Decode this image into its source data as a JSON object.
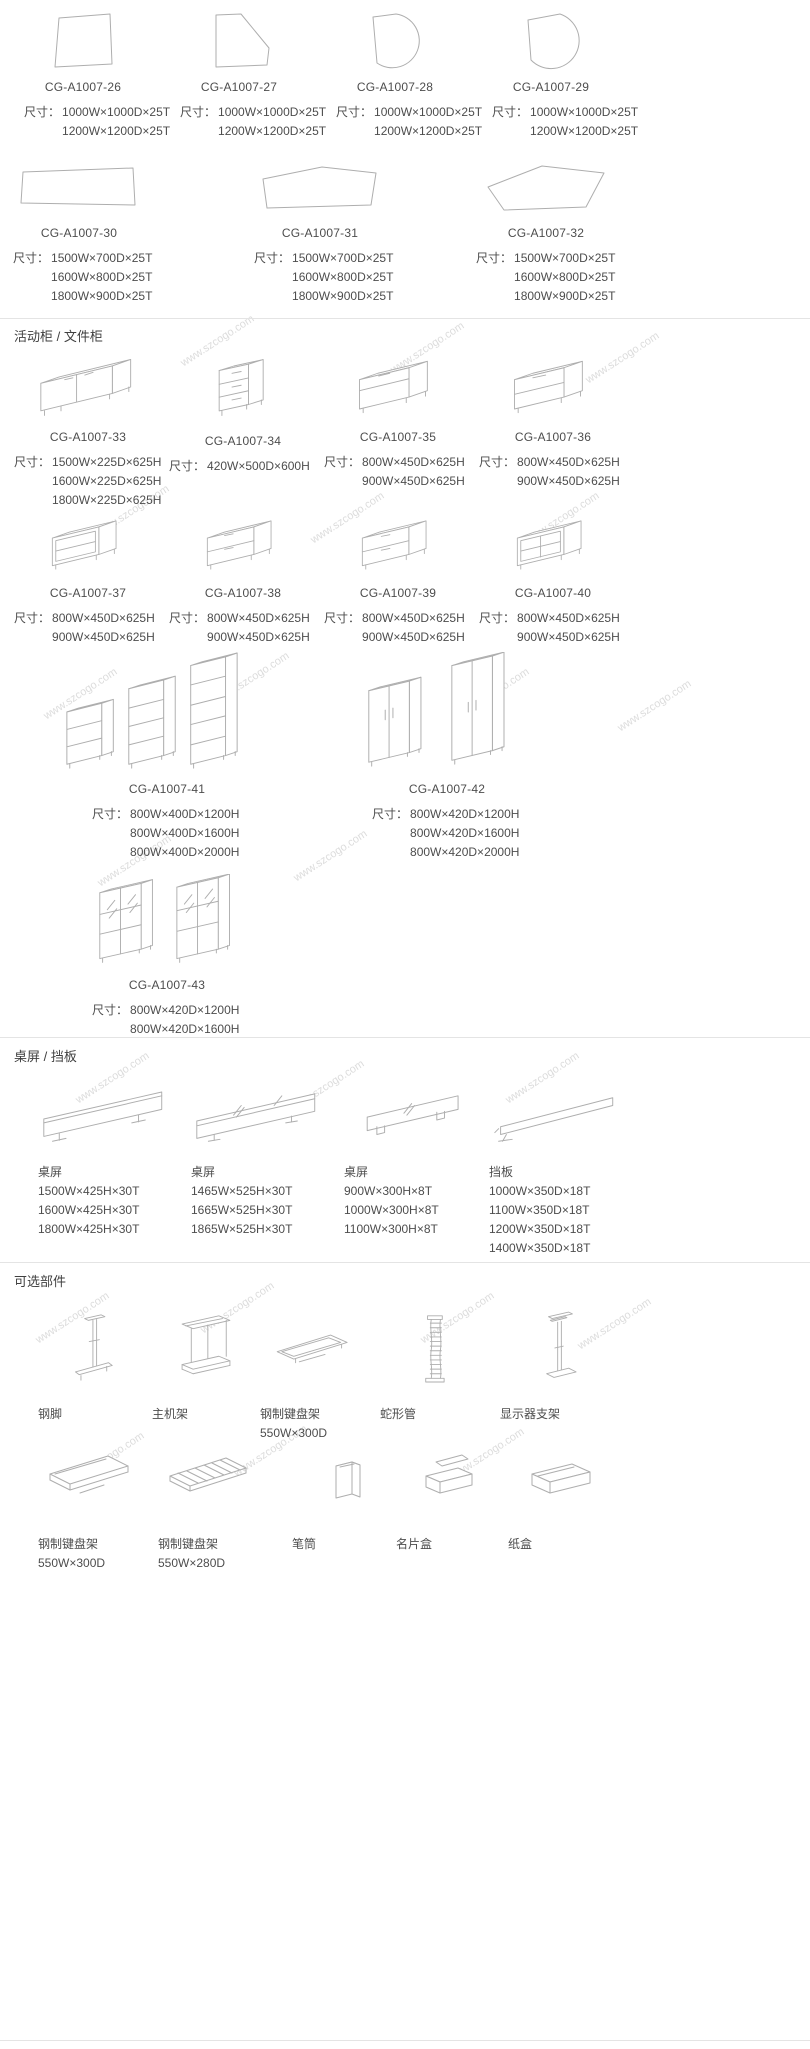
{
  "watermark": "www.szcogo.com",
  "size_prefix": "尺寸：",
  "tops": {
    "row1": [
      {
        "code": "CG-A1007-26",
        "dims": "1000W×1000D×25T\n1200W×1200D×25T"
      },
      {
        "code": "CG-A1007-27",
        "dims": "1000W×1000D×25T\n1200W×1200D×25T"
      },
      {
        "code": "CG-A1007-28",
        "dims": "1000W×1000D×25T\n1200W×1200D×25T"
      },
      {
        "code": "CG-A1007-29",
        "dims": "1000W×1000D×25T\n1200W×1200D×25T"
      }
    ],
    "row2": [
      {
        "code": "CG-A1007-30",
        "dims": "1500W×700D×25T\n1600W×800D×25T\n1800W×900D×25T"
      },
      {
        "code": "CG-A1007-31",
        "dims": "1500W×700D×25T\n1600W×800D×25T\n1800W×900D×25T"
      },
      {
        "code": "CG-A1007-32",
        "dims": "1500W×700D×25T\n1600W×800D×25T\n1800W×900D×25T"
      }
    ]
  },
  "cabinets": {
    "title": "活动柜 / 文件柜",
    "row1": [
      {
        "code": "CG-A1007-33",
        "dims": "1500W×225D×625H\n1600W×225D×625H\n1800W×225D×625H"
      },
      {
        "code": "CG-A1007-34",
        "dims": "420W×500D×600H"
      },
      {
        "code": "CG-A1007-35",
        "dims": "800W×450D×625H\n900W×450D×625H"
      },
      {
        "code": "CG-A1007-36",
        "dims": "800W×450D×625H\n900W×450D×625H"
      }
    ],
    "row2": [
      {
        "code": "CG-A1007-37",
        "dims": "800W×450D×625H\n900W×450D×625H"
      },
      {
        "code": "CG-A1007-38",
        "dims": "800W×450D×625H\n900W×450D×625H"
      },
      {
        "code": "CG-A1007-39",
        "dims": "800W×450D×625H\n900W×450D×625H"
      },
      {
        "code": "CG-A1007-40",
        "dims": "800W×450D×625H\n900W×450D×625H"
      }
    ],
    "row3": [
      {
        "code": "CG-A1007-41",
        "dims": "800W×400D×1200H\n800W×400D×1600H\n800W×400D×2000H"
      },
      {
        "code": "CG-A1007-42",
        "dims": "800W×420D×1200H\n800W×420D×1600H\n800W×420D×2000H"
      }
    ],
    "row4": [
      {
        "code": "CG-A1007-43",
        "dims": "800W×420D×1200H\n800W×420D×1600H"
      }
    ]
  },
  "screens": {
    "title": "桌屏 / 挡板",
    "items": [
      {
        "name": "桌屏",
        "dims": "1500W×425H×30T\n1600W×425H×30T\n1800W×425H×30T"
      },
      {
        "name": "桌屏",
        "dims": "1465W×525H×30T\n1665W×525H×30T\n1865W×525H×30T"
      },
      {
        "name": "桌屏",
        "dims": "900W×300H×8T\n1000W×300H×8T\n1100W×300H×8T"
      },
      {
        "name": "挡板",
        "dims": "1000W×350D×18T\n1100W×350D×18T\n1200W×350D×18T\n1400W×350D×18T"
      }
    ]
  },
  "parts": {
    "title": "可选部件",
    "row1": [
      {
        "name": "钢脚",
        "dims": ""
      },
      {
        "name": "主机架",
        "dims": ""
      },
      {
        "name": "钢制键盘架",
        "dims": "550W×300D"
      },
      {
        "name": "蛇形管",
        "dims": ""
      },
      {
        "name": "显示器支架",
        "dims": ""
      }
    ],
    "row2": [
      {
        "name": "钢制键盘架",
        "dims": "550W×300D"
      },
      {
        "name": "钢制键盘架",
        "dims": "550W×280D"
      },
      {
        "name": "笔筒",
        "dims": ""
      },
      {
        "name": "名片盒",
        "dims": ""
      },
      {
        "name": "纸盒",
        "dims": ""
      }
    ]
  }
}
